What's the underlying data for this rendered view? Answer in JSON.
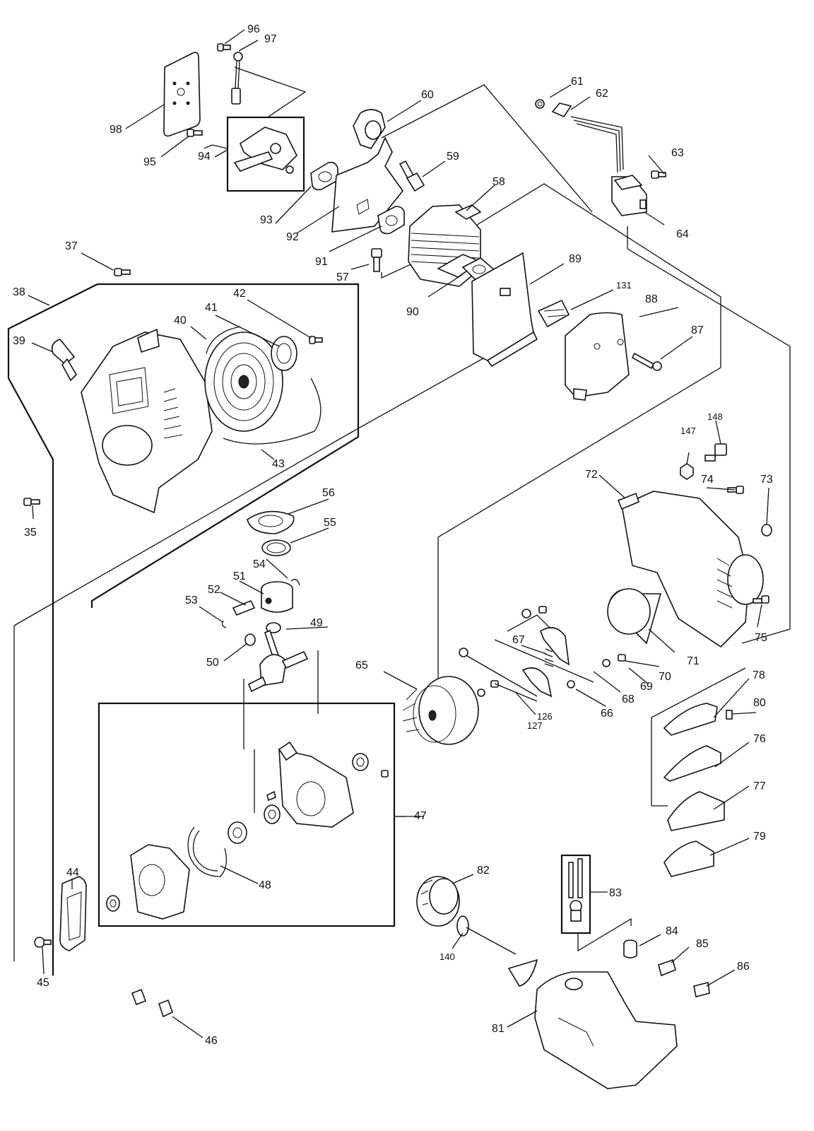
{
  "labels": {
    "p35": "35",
    "p37": "37",
    "p38": "38",
    "p39": "39",
    "p40": "40",
    "p41": "41",
    "p42": "42",
    "p43": "43",
    "p44": "44",
    "p45": "45",
    "p46": "46",
    "p47": "47",
    "p48": "48",
    "p49": "49",
    "p50": "50",
    "p51": "51",
    "p52": "52",
    "p53": "53",
    "p54": "54",
    "p55": "55",
    "p56": "56",
    "p57": "57",
    "p58": "58",
    "p59": "59",
    "p60": "60",
    "p61": "61",
    "p62": "62",
    "p63": "63",
    "p64": "64",
    "p65": "65",
    "p66": "66",
    "p67": "67",
    "p68": "68",
    "p69": "69",
    "p70": "70",
    "p71": "71",
    "p72": "72",
    "p73": "73",
    "p74": "74",
    "p75": "75",
    "p76": "76",
    "p77": "77",
    "p78": "78",
    "p79": "79",
    "p80": "80",
    "p81": "81",
    "p82": "82",
    "p83": "83",
    "p84": "84",
    "p85": "85",
    "p86": "86",
    "p87": "87",
    "p88": "88",
    "p89": "89",
    "p90": "90",
    "p91": "91",
    "p92": "92",
    "p93": "93",
    "p94": "94",
    "p95": "95",
    "p96": "96",
    "p97": "97",
    "p98": "98",
    "p126": "126",
    "p127": "127",
    "p131": "131",
    "p140": "140",
    "p147": "147",
    "p148": "148"
  }
}
